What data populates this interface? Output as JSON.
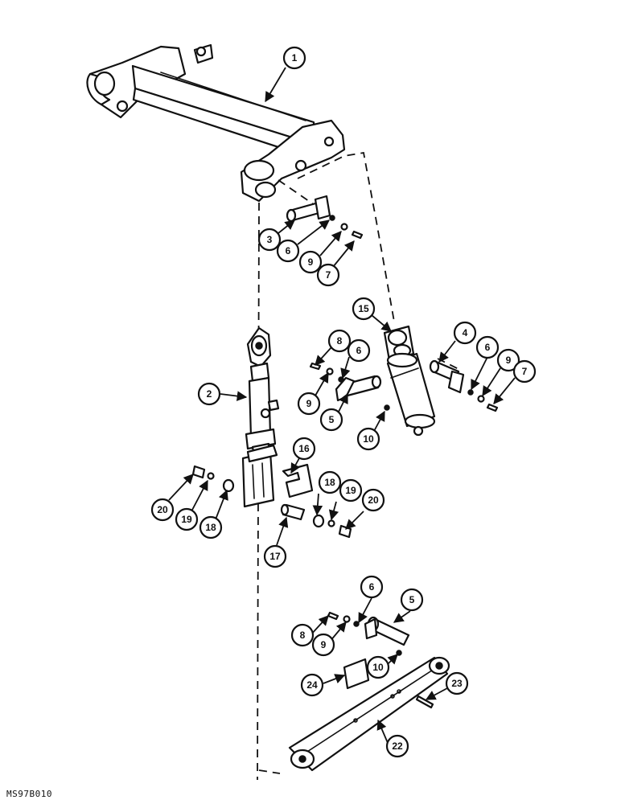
{
  "diagram": {
    "drawing_code": "MS97B010",
    "callouts": [
      {
        "id": "c1",
        "label": "1"
      },
      {
        "id": "c3",
        "label": "3"
      },
      {
        "id": "c6a",
        "label": "6"
      },
      {
        "id": "c9a",
        "label": "9"
      },
      {
        "id": "c7a",
        "label": "7"
      },
      {
        "id": "c15",
        "label": "15"
      },
      {
        "id": "c4",
        "label": "4"
      },
      {
        "id": "c6b",
        "label": "6"
      },
      {
        "id": "c9b",
        "label": "9"
      },
      {
        "id": "c7b",
        "label": "7"
      },
      {
        "id": "c8a",
        "label": "8"
      },
      {
        "id": "c6c",
        "label": "6"
      },
      {
        "id": "c9c",
        "label": "9"
      },
      {
        "id": "c5a",
        "label": "5"
      },
      {
        "id": "c10a",
        "label": "10"
      },
      {
        "id": "c2",
        "label": "2"
      },
      {
        "id": "c16",
        "label": "16"
      },
      {
        "id": "c20a",
        "label": "20"
      },
      {
        "id": "c19a",
        "label": "19"
      },
      {
        "id": "c18a",
        "label": "18"
      },
      {
        "id": "c18b",
        "label": "18"
      },
      {
        "id": "c19b",
        "label": "19"
      },
      {
        "id": "c20b",
        "label": "20"
      },
      {
        "id": "c17",
        "label": "17"
      },
      {
        "id": "c6d",
        "label": "6"
      },
      {
        "id": "c5b",
        "label": "5"
      },
      {
        "id": "c8b",
        "label": "8"
      },
      {
        "id": "c9d",
        "label": "9"
      },
      {
        "id": "c10b",
        "label": "10"
      },
      {
        "id": "c24",
        "label": "24"
      },
      {
        "id": "c23",
        "label": "23"
      },
      {
        "id": "c22",
        "label": "22"
      }
    ]
  }
}
